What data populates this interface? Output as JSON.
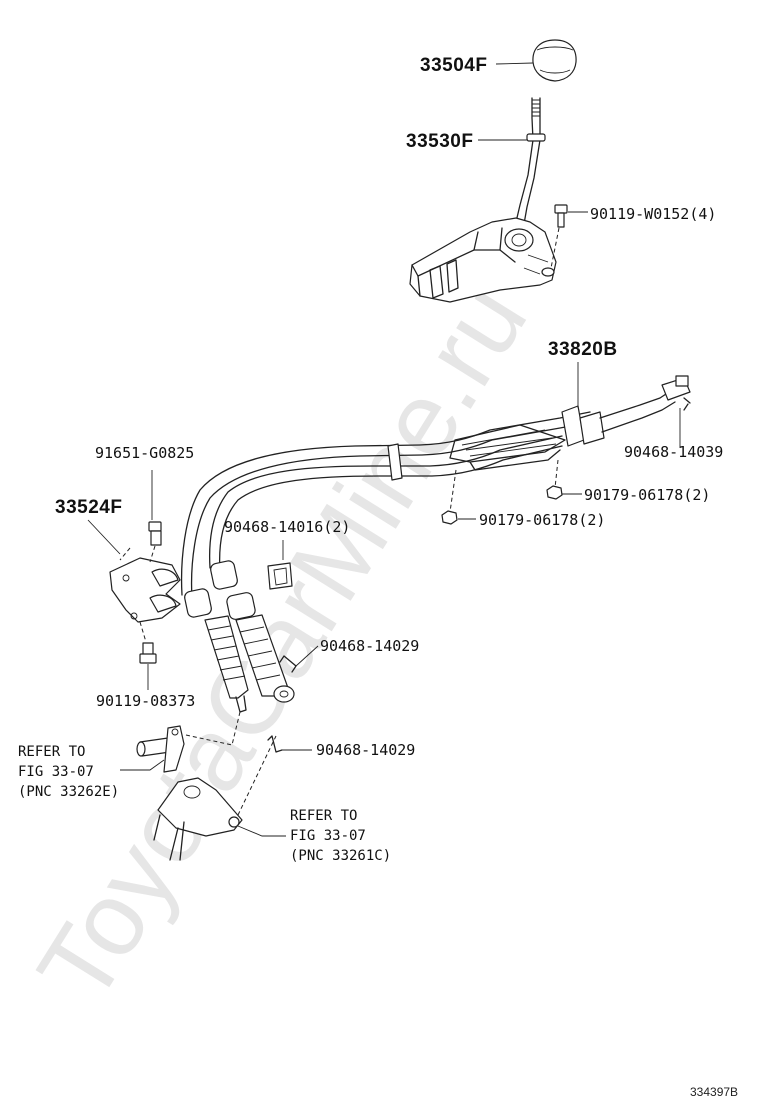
{
  "watermark": "ToyotaCarMine.ru",
  "figure_code": "334397B",
  "parts": {
    "knob": "33504F",
    "lever": "33530F",
    "lever_bolt": "90119-W0152(4)",
    "cable": "33820B",
    "clip_upper_right": "90468-14039",
    "nut_right": "90179-06178(2)",
    "nut_center": "90179-06178(2)",
    "bracket_bolt_top": "91651-G0825",
    "bracket": "33524F",
    "clip_center": "90468-14016(2)",
    "clip_mid": "90468-14029",
    "clip_lower": "90468-14029",
    "bracket_bolt_bottom": "90119-08373"
  },
  "refer_left": {
    "line1": "REFER TO",
    "line2": "FIG 33-07",
    "line3": "(PNC 33262E)"
  },
  "refer_right": {
    "line1": "REFER TO",
    "line2": "FIG 33-07",
    "line3": "(PNC 33261C)"
  }
}
